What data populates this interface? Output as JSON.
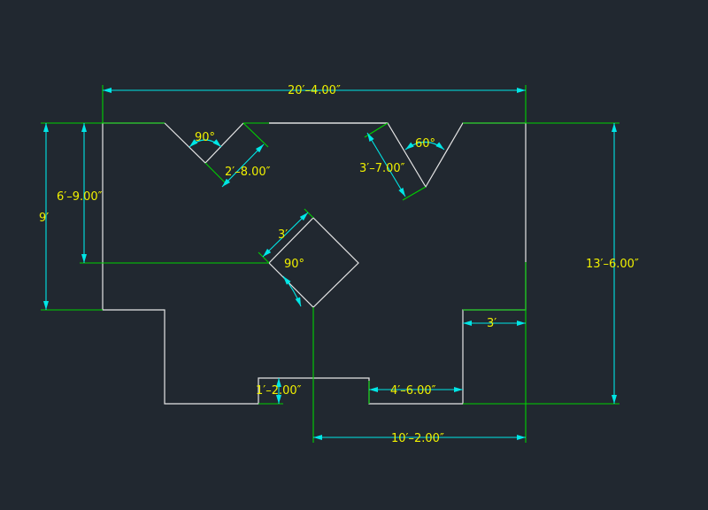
{
  "colors": {
    "background": "#212830",
    "geometry": "#e6e6e6",
    "extension_lines": "#00d200",
    "dimension_lines": "#00e6e6",
    "dimension_text": "#f0f000"
  },
  "dimensions": {
    "overall_width": "20′–4.00″",
    "left_height_outer": "9′",
    "left_height_inner": "6′–9.00″",
    "right_height": "13′–6.00″",
    "left_notch_angle": "90°",
    "left_notch_depth": "2′–8.00″",
    "right_notch_angle": "60°",
    "right_notch_length": "3′–7.00″",
    "square_side": "3′",
    "square_angle": "90°",
    "bottom_slot_height": "1′–2.00″",
    "bottom_step_width": "4′–6.00″",
    "right_notch_width": "3′",
    "bottom_offset": "10′–2.00″"
  }
}
